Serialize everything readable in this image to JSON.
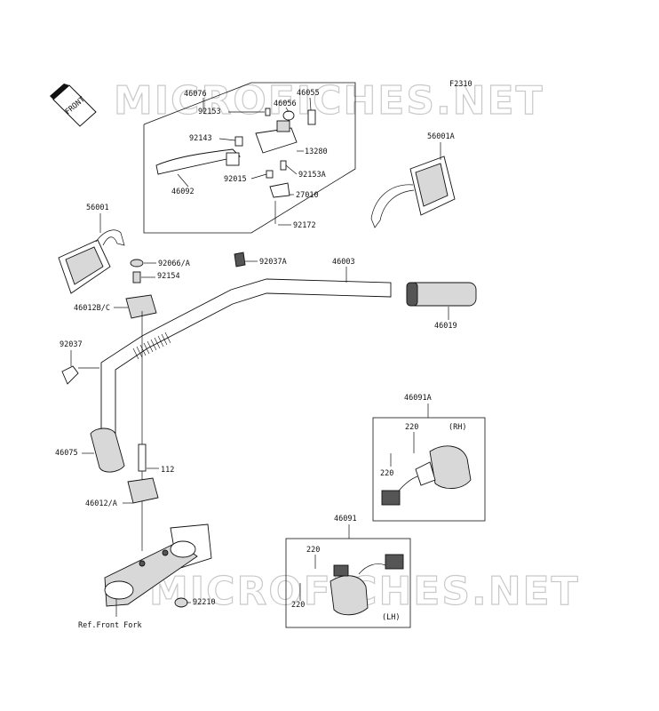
{
  "diagram": {
    "code": "F2310",
    "front_badge": "FRONT",
    "watermark_top": "MICROFICHES.NET",
    "watermark_bottom": "MICROFICHES.NET",
    "parts": {
      "p46076": "46076",
      "p46055": "46055",
      "p92153": "92153",
      "p46056": "46056",
      "p92143": "92143",
      "p13280": "13280",
      "p92153A": "92153A",
      "p92015": "92015",
      "p27010": "27010",
      "p46092": "46092",
      "p92172": "92172",
      "p56001A": "56001A",
      "p56001": "56001",
      "p92066A": "92066/A",
      "p92154": "92154",
      "p92037A": "92037A",
      "p46003": "46003",
      "p46012BC": "46012B/C",
      "p46019": "46019",
      "p92037": "92037",
      "p46091A": "46091A",
      "p220a": "220",
      "p220b": "220",
      "rh": "(RH)",
      "p46075": "46075",
      "p112": "112",
      "p46012A": "46012/A",
      "p46091": "46091",
      "p220c": "220",
      "p220d": "220",
      "lh": "(LH)",
      "p92210": "92210",
      "ref_front_fork": "Ref.Front Fork"
    }
  }
}
